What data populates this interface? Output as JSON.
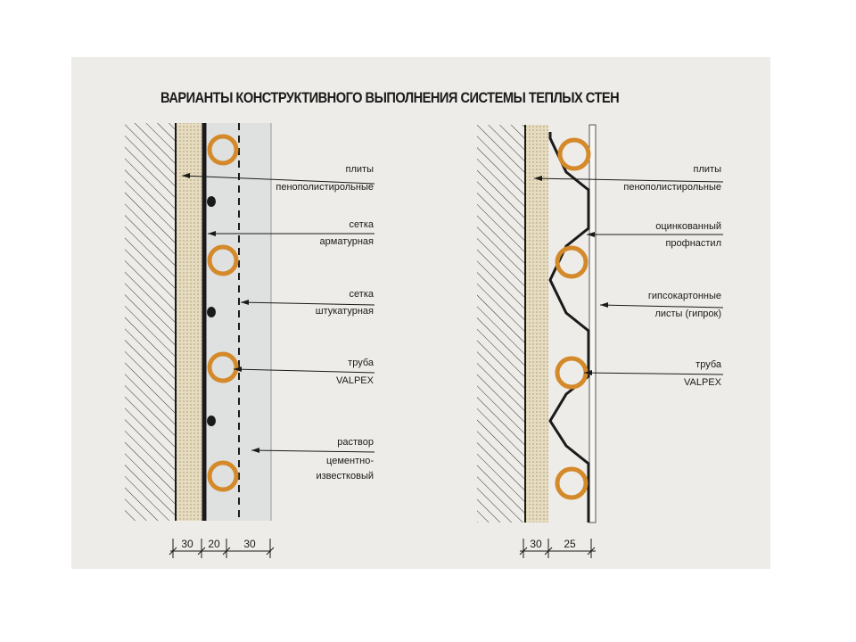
{
  "title": "ВАРИАНТЫ КОНСТРУКТИВНОГО ВЫПОЛНЕНИЯ СИСТЕМЫ ТЕПЛЫХ СТЕН",
  "left_variant": {
    "labels": [
      {
        "line1": "плиты",
        "line2": "пенополистирольные"
      },
      {
        "line1": "сетка",
        "line2": "арматурная"
      },
      {
        "line1": "сетка",
        "line2": "штукатурная"
      },
      {
        "line1": "труба",
        "line2": "VALPEX"
      },
      {
        "line1": "раствор",
        "line2": "цементно-",
        "line3": "известковый"
      }
    ],
    "dimensions": [
      "30",
      "20",
      "30"
    ]
  },
  "right_variant": {
    "labels": [
      {
        "line1": "плиты",
        "line2": "пенополистирольные"
      },
      {
        "line1": "оцинкованный",
        "line2": "профнастил"
      },
      {
        "line1": "гипсокартонные",
        "line2": "листы (гипрок)"
      },
      {
        "line1": "труба",
        "line2": "VALPEX"
      }
    ],
    "dimensions": [
      "30",
      "25"
    ]
  },
  "colors": {
    "pipe": "#d4892a",
    "insulation": "#e6dcc2",
    "plaster": "#dfe1e0",
    "line": "#1a1a1a"
  }
}
